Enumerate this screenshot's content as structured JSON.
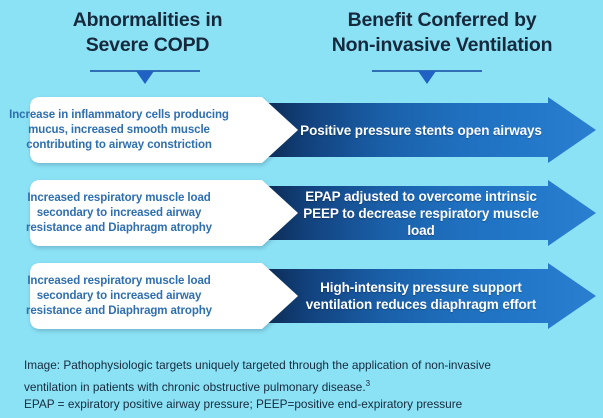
{
  "background_color": "#8ce2f5",
  "accent_colors": {
    "header_text": "#16293d",
    "white_box_text": "#2e6fb0",
    "arrow_gradient_start": "#0d2a52",
    "arrow_gradient_end": "#2a7fd0",
    "connector": "#1f62c4"
  },
  "headers": {
    "left": {
      "line1": "Abnormalities in",
      "line2": "Severe COPD"
    },
    "right": {
      "line1": "Benefit Conferred by",
      "line2": "Non-invasive Ventilation"
    }
  },
  "rows": [
    {
      "left": "Increase in inflammatory cells producing mucus, increased smooth muscle contributing to airway constriction",
      "right": "Positive pressure stents open airways"
    },
    {
      "left": "Increased respiratory muscle load secondary to increased airway resistance and Diaphragm atrophy",
      "right": "EPAP adjusted to overcome intrinsic PEEP to decrease respiratory muscle load"
    },
    {
      "left": "Increased respiratory muscle load secondary to increased airway resistance and Diaphragm atrophy",
      "right": "High-intensity pressure support ventilation reduces diaphragm effort"
    }
  ],
  "footnote": {
    "line1": "Image: Pathophysiologic targets uniquely targeted through the application of non-invasive",
    "line2": "ventilation in patients with chronic obstructive pulmonary disease.",
    "line2_superscript": "3",
    "line3": "EPAP = expiratory positive airway pressure; PEEP=positive end-expiratory pressure"
  }
}
